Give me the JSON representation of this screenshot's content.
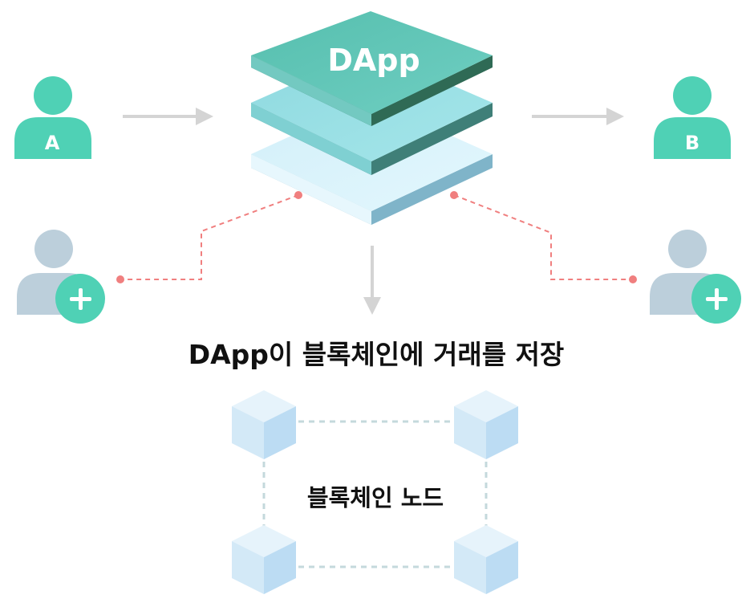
{
  "dapp_label": "DApp",
  "user_a_label": "A",
  "user_b_label": "B",
  "main_caption": "DApp이 블록체인에 거래를 저장",
  "node_label": "블록체인 노드",
  "colors": {
    "user_green": "#4fd1b5",
    "new_user_gray": "#bccfdb",
    "arrow_gray": "#d4d4d4",
    "connector_red": "#f07f7f",
    "layer_top": "#5cc6b6",
    "layer_middle": "#93dde3",
    "layer_bottom": "#d7f2fb",
    "cube_light": "#d3e9f7",
    "node_link": "#c4d9dc"
  }
}
